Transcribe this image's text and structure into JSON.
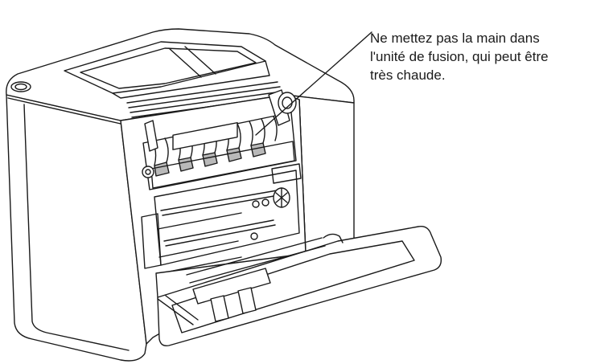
{
  "figure": {
    "subject": "printer-rear-cover-open-fuser-unit",
    "line_color": "#1a1a1a",
    "fill_color": "#ffffff",
    "shade_color": "#b9b9b9",
    "callout": {
      "lines": [
        "Ne mettez pas la main dans",
        "l'unité de fusion, qui peut être",
        "très chaude."
      ]
    }
  }
}
